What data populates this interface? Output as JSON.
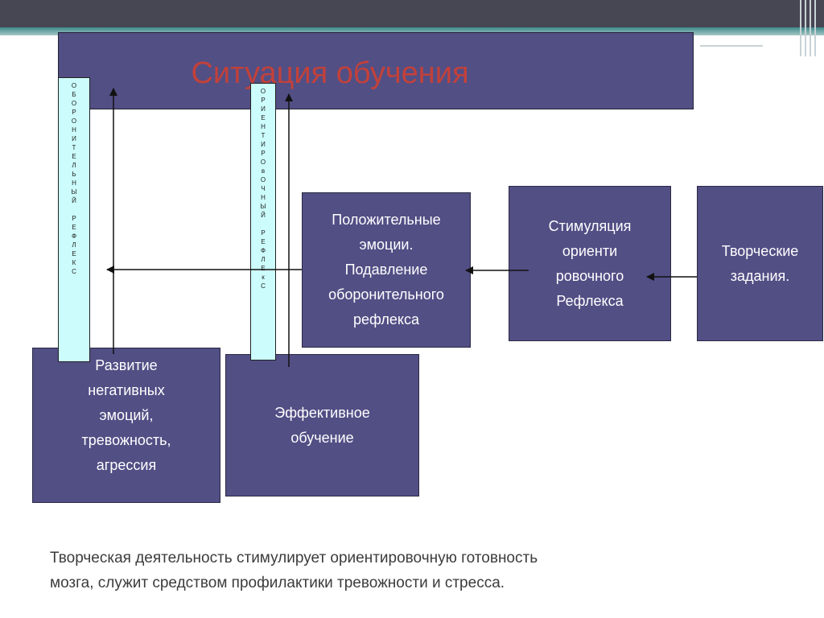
{
  "title": "Ситуация обучения",
  "boxes": {
    "positive": [
      "Положительные",
      "эмоции.",
      "Подавление",
      "оборонительного",
      "рефлекса"
    ],
    "stimulation": [
      "Стимуляция",
      "ориенти",
      "ровочного",
      "Рефлекса"
    ],
    "creative": [
      "Творческие",
      "задания."
    ],
    "negative": [
      "Развитие",
      "негативных",
      "эмоций,",
      "тревожность,",
      "агрессия"
    ],
    "effective": [
      "Эффективное",
      "обучение"
    ]
  },
  "strips": {
    "defensive": [
      "О",
      "Б",
      "О",
      "Р",
      "О",
      "Н",
      "И",
      "Т",
      "Е",
      "Л",
      "Ь",
      "Н",
      "Ы",
      "Й",
      "",
      "Р",
      "Е",
      "Ф",
      "Л",
      "Е",
      "К",
      "С"
    ],
    "orienting": [
      "О",
      "Р",
      "И",
      "Е",
      "Н",
      "Т",
      "И",
      "Р",
      "О",
      "в",
      "О",
      "Ч",
      "Н",
      "Ы",
      "Й",
      "",
      "Р",
      "Е",
      "Ф",
      "Л",
      "Е",
      "к",
      "С"
    ]
  },
  "caption": [
    "Творческая деятельность стимулирует ориентировочную готовность",
    "мозга, служит средством профилактики тревожности и стресса."
  ],
  "colors": {
    "box_fill": "#524f85",
    "title_text": "#c2413a",
    "strip_fill": "#ccfcfc",
    "header_bar": "#474653",
    "accent_teal": "#3d8a8a"
  }
}
